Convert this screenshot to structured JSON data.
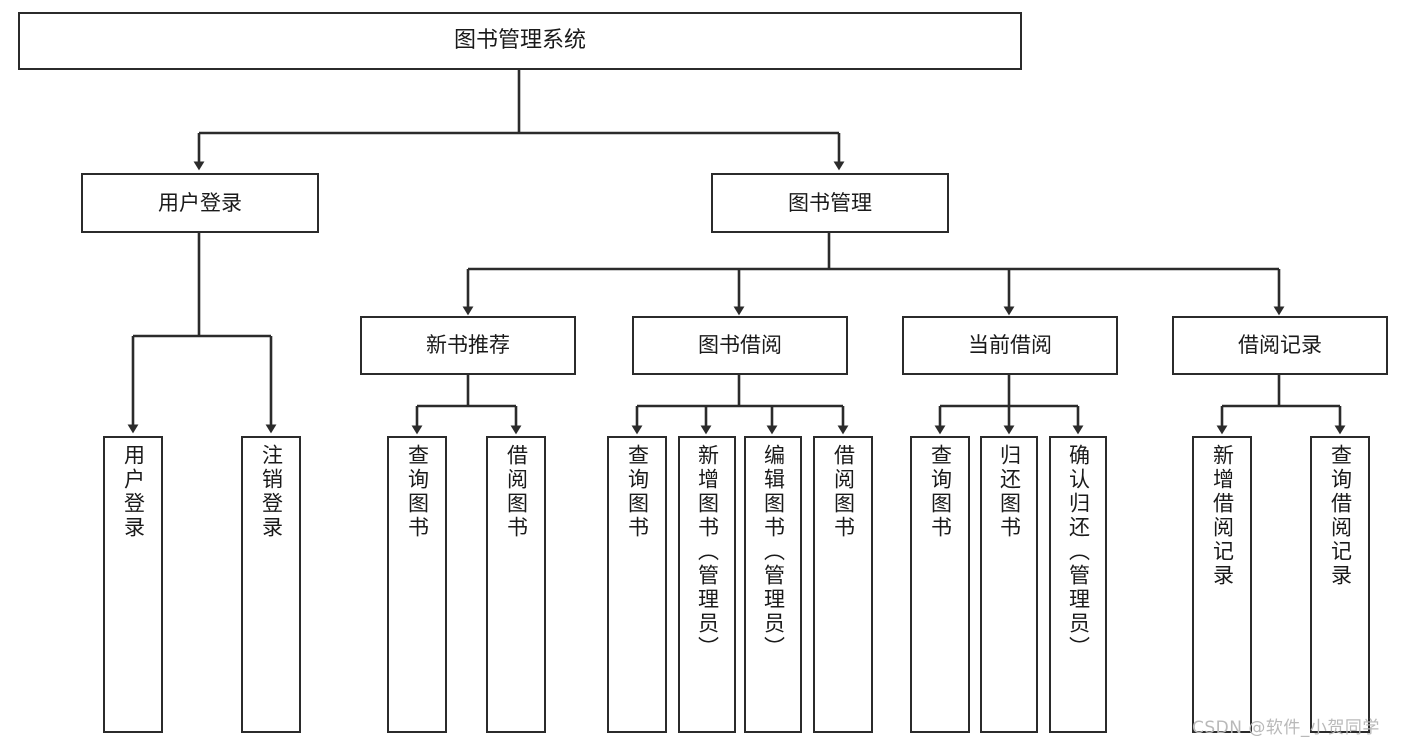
{
  "diagram": {
    "title": "图书管理系统",
    "type": "tree",
    "watermark": "CSDN @软件_小贺同学",
    "colors": {
      "border": "#2b2b2b",
      "background": "#ffffff",
      "text": "#1a1a1a",
      "watermark": "#b9b9b9"
    },
    "nodes": {
      "root": {
        "label": "图书管理系统"
      },
      "level2": [
        {
          "label": "用户登录"
        },
        {
          "label": "图书管理"
        }
      ],
      "level3": [
        {
          "label": "新书推荐"
        },
        {
          "label": "图书借阅"
        },
        {
          "label": "当前借阅"
        },
        {
          "label": "借阅记录"
        }
      ],
      "leaves_user_login": [
        {
          "label": "用户登录"
        },
        {
          "label": "注销登录"
        }
      ],
      "leaves_new_book": [
        {
          "label": "查询图书"
        },
        {
          "label": "借阅图书"
        }
      ],
      "leaves_borrow": [
        {
          "label": "查询图书"
        },
        {
          "label": "新增图书（管理员）"
        },
        {
          "label": "编辑图书（管理员）"
        },
        {
          "label": "借阅图书"
        }
      ],
      "leaves_current": [
        {
          "label": "查询图书"
        },
        {
          "label": "归还图书"
        },
        {
          "label": "确认归还（管理员）"
        }
      ],
      "leaves_records": [
        {
          "label": "新增借阅记录"
        },
        {
          "label": "查询借阅记录"
        }
      ]
    }
  }
}
